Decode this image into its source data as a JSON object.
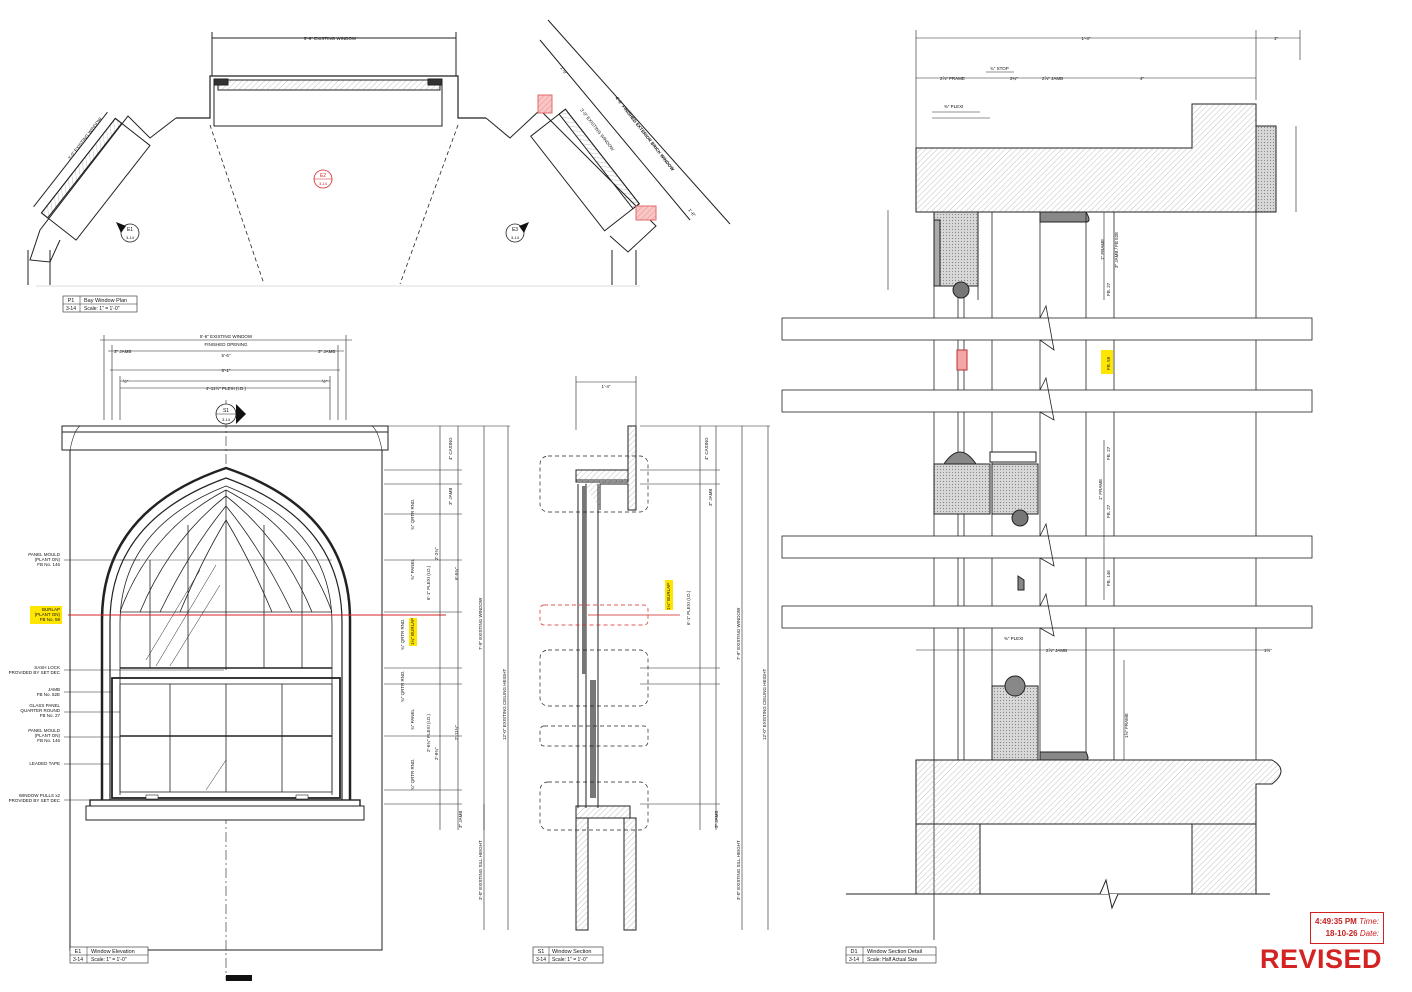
{
  "plan": {
    "existing_window": "5'-6\" EXISTING WINDOW",
    "existing_window_left": "3'-0\" EXISTING WINDOW",
    "existing_window_right": "3'-0\" EXISTING WINDOW",
    "finished_brick": "4'-0\" FINISHED EXTERIOR BRICK WINDOW",
    "dim_a": "1'-0\"",
    "dim_b": "1'-6\"",
    "callout_e2": "E2",
    "callout_e2_sheet": "3-14",
    "callout_e1": "E1",
    "callout_e1_sheet": "3-14",
    "callout_e3": "E3",
    "callout_e3_sheet": "3-14"
  },
  "titles": {
    "p1": {
      "num": "P1",
      "sheet": "3-14",
      "name": "Bay Window Plan",
      "scale": "Scale: 1\" = 1'-0\""
    },
    "e1": {
      "num": "E1",
      "sheet": "3-14",
      "name": "Window Elevation",
      "scale": "Scale: 1\" = 1'-0\""
    },
    "s1": {
      "num": "S1",
      "sheet": "3-14",
      "name": "Window Section",
      "scale": "Scale: 1\" = 1'-0\""
    },
    "d1": {
      "num": "D1",
      "sheet": "3-14",
      "name": "Window Section Detail",
      "scale": "Scale: Half Actual Size"
    }
  },
  "elevation": {
    "existing_window": "5'-6\" EXISTING WINDOW",
    "finished_opening": "FINISHED OPENING",
    "jamb_l": "3\" JAMB",
    "jamb_r": "3\" JAMB",
    "w1": "5'-6\"",
    "w2": "5'-1\"",
    "plexi": "4'-11½\" PLEXI (I.D.)",
    "half_l": "½\"",
    "half_r": "½\"",
    "callout": "S1",
    "callout_sheet": "3-14",
    "labels": [
      {
        "id": "panel-mould",
        "lines": [
          "PANEL MOULD",
          "(PLANT ON)",
          "FB No. 146"
        ]
      },
      {
        "id": "burlap",
        "lines": [
          "BURLAP",
          "(PLANT ON)",
          "FB No. 59"
        ]
      },
      {
        "id": "sash-lock",
        "lines": [
          "SASH LOCK",
          "PROVIDED BY SET DEC"
        ]
      },
      {
        "id": "jamb",
        "lines": [
          "JAMB",
          "FB No. 52E"
        ]
      },
      {
        "id": "glass-panel",
        "lines": [
          "GLASS PANEL",
          "QUARTER ROUND",
          "FB No. 27"
        ]
      },
      {
        "id": "panel-mould-2",
        "lines": [
          "PANEL MOULD",
          "(PLANT ON)",
          "FB No. 146"
        ]
      },
      {
        "id": "leaded-tape",
        "lines": [
          "LEADED TAPE"
        ]
      },
      {
        "id": "window-pulls",
        "lines": [
          "WINDOW PULLS x2",
          "PROVIDED BY SET DEC"
        ]
      }
    ],
    "dims": {
      "casing": "4\" CASING",
      "jamb": "3\" JAMB",
      "qrtr1": "¾\" QRTR RND.",
      "panel1": "¾\" PANEL",
      "burlap": "1¼\" BURLAP",
      "qrtr2": "¾\" QRTR RND.",
      "qrtr3": "¾\" QRTR RND.",
      "panel2": "¾\" PANEL",
      "qrtr4": "¾\" QRTR RND.",
      "jamb2": "3\" JAMB",
      "plexi_upper": "6'-1\" PLEXI (I.D.)",
      "plexi_lower": "2'-6¾\" PLEXI (I.D.)",
      "d1": "2'-2¾\"",
      "d2": "6'-5¾\"",
      "d3": "2'-8¾\"",
      "d4": "2'-11¾\"",
      "existing_window": "7'-9\" EXISTING WINDOW",
      "ceiling": "12'-0\" EXISTING CEILING HEIGHT",
      "sill": "3'-0\" EXISTING SILL HEIGHT"
    }
  },
  "section": {
    "top": "1'-4\"",
    "casing": "4\" CASING",
    "jamb": "3\" JAMB",
    "burlap": "1¼\" BURLAP",
    "plexi": "6'-1\" PLEXI (I.D.)",
    "window": "7'-9\" EXISTING WINDOW",
    "ceiling": "12'-0\" EXISTING CEILING HEIGHT",
    "sill": "3'-0\" EXISTING SILL HEIGHT",
    "jamb2": "3\" JAMB"
  },
  "detail": {
    "top": "1'-4\"",
    "top_r": "1\"",
    "stop": "¾\" STOP",
    "frame": "2⅞\" FRAME",
    "dim_a": "2¼\"",
    "jamb": "2⅞\" JAMB",
    "dim_4": "4\"",
    "plexi": "⅜\" PLEXI",
    "labels": [
      "3\" JAMB / FB 52E",
      "1\" FRAME",
      "FB. 27",
      "FB. 59",
      "FB. 27",
      "FB. 27",
      "1\" FRAME",
      "FB. 146"
    ],
    "plexi2": "⅜\" PLEXI",
    "jamb2": "2⅞\" JAMB",
    "frame2": "1⅝\" FRAME",
    "dim_b": "1½\""
  },
  "stamp": {
    "time_value": "4:49:35 PM",
    "time_label": "Time:",
    "date_value": "18-10-26",
    "date_label": "Date:"
  },
  "revised": "REVISED",
  "colors": {
    "red": "#d42323",
    "highlight": "#ffe600",
    "pink": "#f4a6a6"
  }
}
